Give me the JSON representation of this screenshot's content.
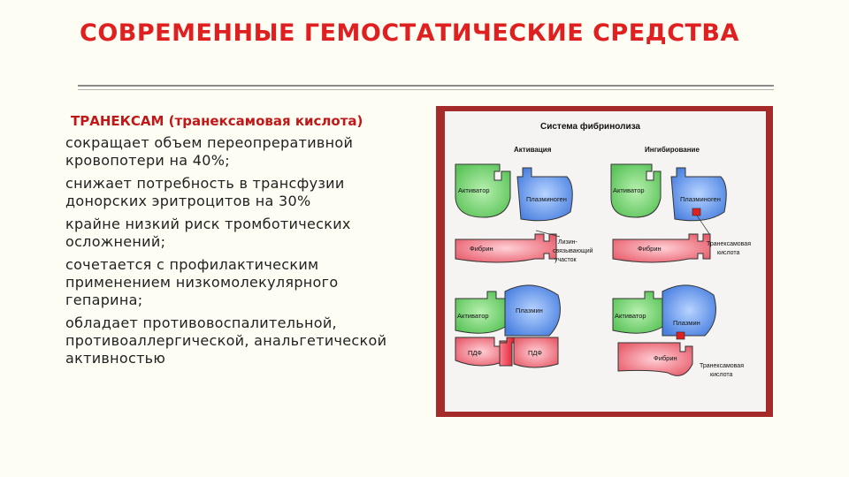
{
  "slide": {
    "title": "СОВРЕМЕННЫЕ ГЕМОСТАТИЧЕСКИЕ СРЕДСТВА",
    "subtitle": "ТРАНЕКСАМ (транексамовая кислота)",
    "bullets": [
      "сокращает объем переопреративной\nкровопотери на 40%;",
      "снижает потребность в трансфузии\nдонорских эритроцитов на 30%",
      "крайне низкий риск тромботических\nосложнений;",
      "сочетается с профилактическим\nприменением низкомолекулярного\nгепарина;",
      "обладает противовоспалительной,\nпротивоаллергической, анальгетической\nактивностью"
    ]
  },
  "figure": {
    "title": "Система фибринолиза",
    "col_activation": "Активация",
    "col_inhibition": "Ингибирование",
    "activator": "Активатор",
    "plasminogen": "Плазминоген",
    "fibrin": "Фибрин",
    "lysine_site_1": "Лизин-",
    "lysine_site_2": "связывающий",
    "lysine_site_3": "участок",
    "tranexamic_1": "Транексамовая",
    "tranexamic_2": "кислота",
    "plasmin": "Плазмин",
    "pdf": "ПДФ"
  },
  "colors": {
    "title": "#e02020",
    "frame": "#a52a2a",
    "activator": "#8fd88a",
    "plasminogen": "#7aa8e8",
    "fibrin": "#e86a78",
    "pdf": "#e83040"
  }
}
